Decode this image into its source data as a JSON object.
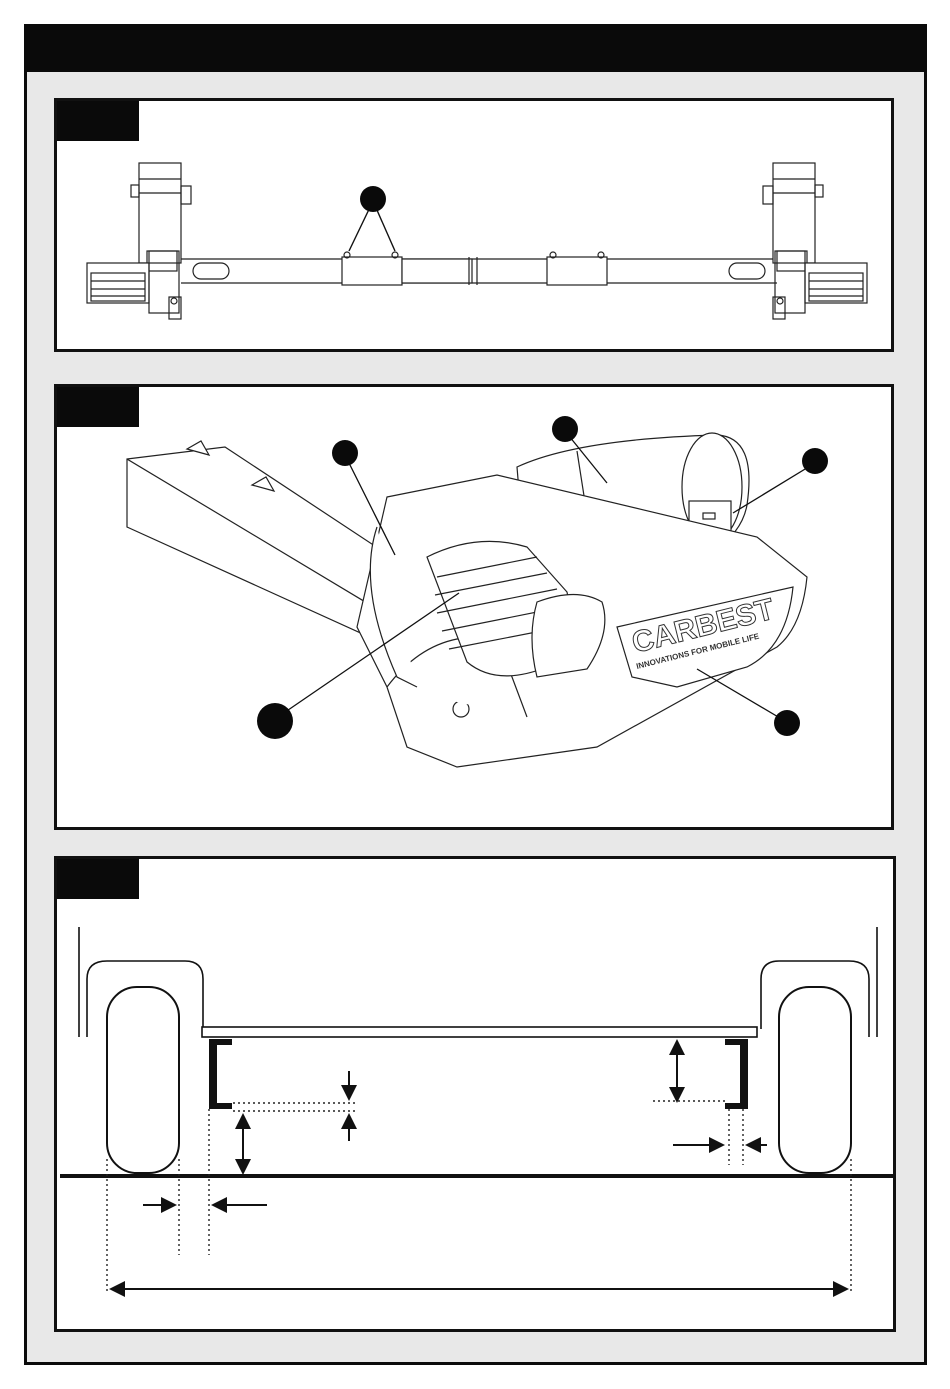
{
  "colors": {
    "frame": "#0a0a0a",
    "background": "#e8e8e8",
    "panel": "#ffffff",
    "ink": "#111111"
  },
  "panel2": {
    "brand_name": "CARBEST",
    "brand_tagline": "INNOVATIONS FOR MOBILE LIFE"
  },
  "icons": [
    "callout-dot"
  ]
}
